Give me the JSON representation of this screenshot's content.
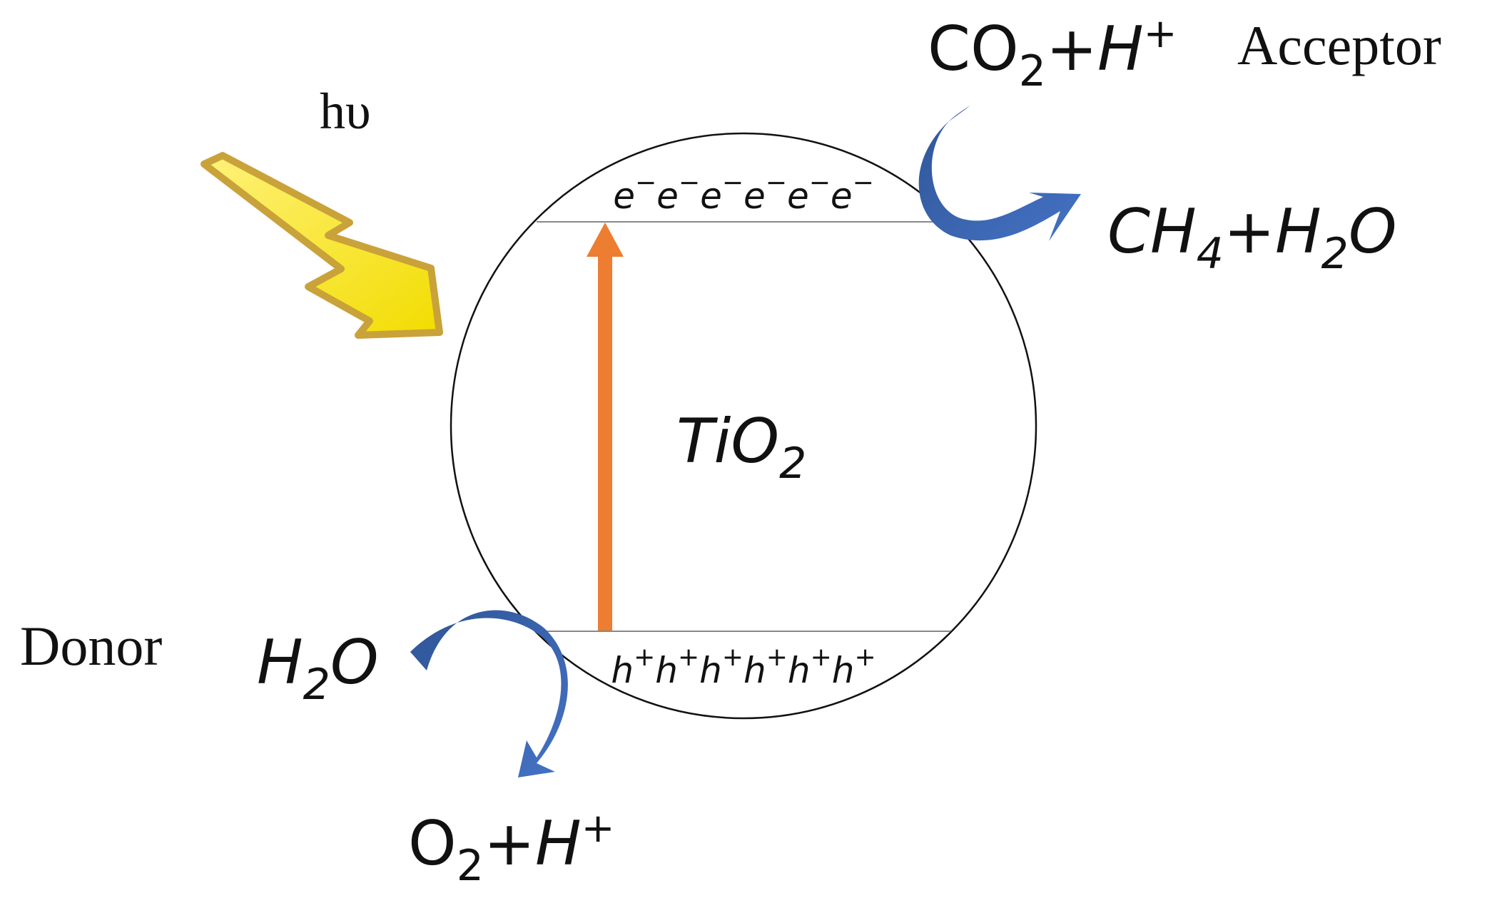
{
  "labels": {
    "photon": "hυ",
    "semiconductor": {
      "base": "TiO",
      "sub": "2"
    },
    "electrons": {
      "base": "e",
      "sup": "−",
      "count": 6
    },
    "holes": {
      "base": "h",
      "sup": "+",
      "count": 6
    },
    "acceptor": "Acceptor",
    "donor": "Donor",
    "acceptor_reactant": {
      "p1": "CO",
      "sub": "2",
      "p2": "+H",
      "sup": "+"
    },
    "acceptor_product": {
      "p1": "CH",
      "sub1": "4",
      "p2": "+H",
      "sub2": "2",
      "p3": "O"
    },
    "donor_reactant": {
      "p1": "H",
      "sub": "2",
      "p2": "O"
    },
    "donor_product": {
      "p1": "O",
      "sub": "2",
      "p2": "+H",
      "sup": "+"
    }
  },
  "colors": {
    "lightning_fill": "#F5E400",
    "lightning_stroke": "#C9A23A",
    "excitation_arrow": "#ED7D31",
    "curved_arrow_light": "#4472C4",
    "curved_arrow_dark": "#2F5597",
    "band_line": "#888888",
    "circle_stroke": "#111111"
  }
}
